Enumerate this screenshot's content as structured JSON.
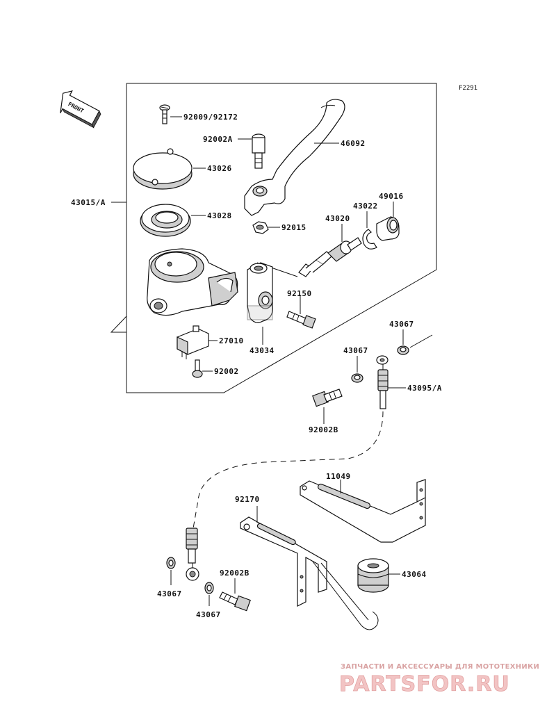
{
  "diagram_code": "F2291",
  "front_arrow": {
    "label": "FRONT"
  },
  "parts": [
    {
      "id": "92009_92172",
      "number": "92009/92172"
    },
    {
      "id": "92002A",
      "number": "92002A"
    },
    {
      "id": "46092",
      "number": "46092"
    },
    {
      "id": "43026",
      "number": "43026"
    },
    {
      "id": "43015_A",
      "number": "43015/A"
    },
    {
      "id": "43028",
      "number": "43028"
    },
    {
      "id": "92015",
      "number": "92015"
    },
    {
      "id": "43020",
      "number": "43020"
    },
    {
      "id": "43022",
      "number": "43022"
    },
    {
      "id": "49016",
      "number": "49016"
    },
    {
      "id": "92150",
      "number": "92150"
    },
    {
      "id": "43034",
      "number": "43034"
    },
    {
      "id": "27010",
      "number": "27010"
    },
    {
      "id": "92002",
      "number": "92002"
    },
    {
      "id": "43067_a",
      "number": "43067"
    },
    {
      "id": "43067_b",
      "number": "43067"
    },
    {
      "id": "43095_A",
      "number": "43095/A"
    },
    {
      "id": "92002B_a",
      "number": "92002B"
    },
    {
      "id": "11049",
      "number": "11049"
    },
    {
      "id": "92170",
      "number": "92170"
    },
    {
      "id": "43064",
      "number": "43064"
    },
    {
      "id": "92002B_b",
      "number": "92002B"
    },
    {
      "id": "43067_c",
      "number": "43067"
    },
    {
      "id": "43067_d",
      "number": "43067"
    }
  ],
  "watermark": {
    "tagline": "ЗАПЧАСТИ И АКСЕССУАРЫ ДЛЯ МОТОТЕХНИКИ",
    "brand": "PARTSFOR.RU"
  }
}
